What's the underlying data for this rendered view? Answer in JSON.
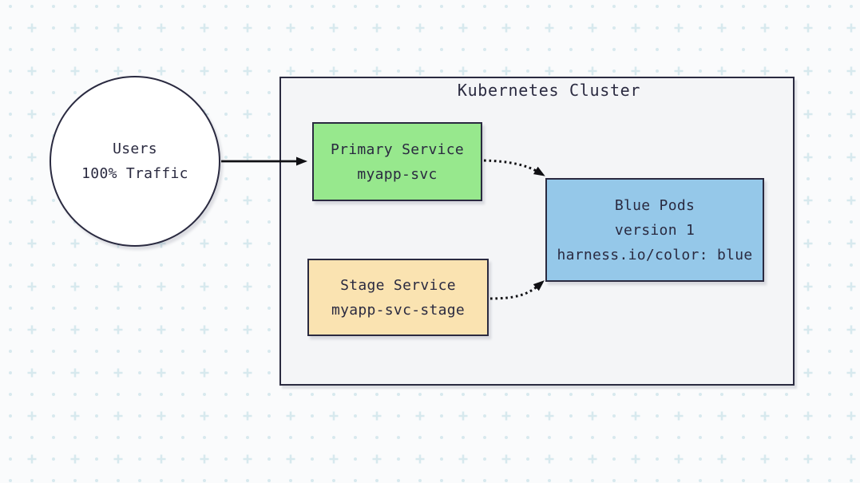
{
  "cluster": {
    "title": "Kubernetes Cluster"
  },
  "nodes": {
    "users": {
      "lines": [
        "Users",
        "100% Traffic"
      ]
    },
    "primary": {
      "lines": [
        "Primary Service",
        "myapp-svc"
      ]
    },
    "stage": {
      "lines": [
        "Stage Service",
        "myapp-svc-stage"
      ]
    },
    "pods": {
      "lines": [
        "Blue Pods",
        "version 1",
        "harness.io/color: blue"
      ]
    }
  },
  "edges": [
    {
      "from": "users",
      "to": "primary",
      "style": "solid"
    },
    {
      "from": "primary",
      "to": "pods",
      "style": "dotted"
    },
    {
      "from": "stage",
      "to": "pods",
      "style": "dotted"
    }
  ],
  "colors": {
    "page_bg": "#fafbfc",
    "pattern": "#d7e9ee",
    "cluster_fill": "#f4f5f7",
    "node_border": "#2a2a40",
    "text": "#2a2a40",
    "green": "#97e88d",
    "tan": "#fae3b1",
    "blue": "#95c8e9",
    "arrow": "#101014"
  }
}
